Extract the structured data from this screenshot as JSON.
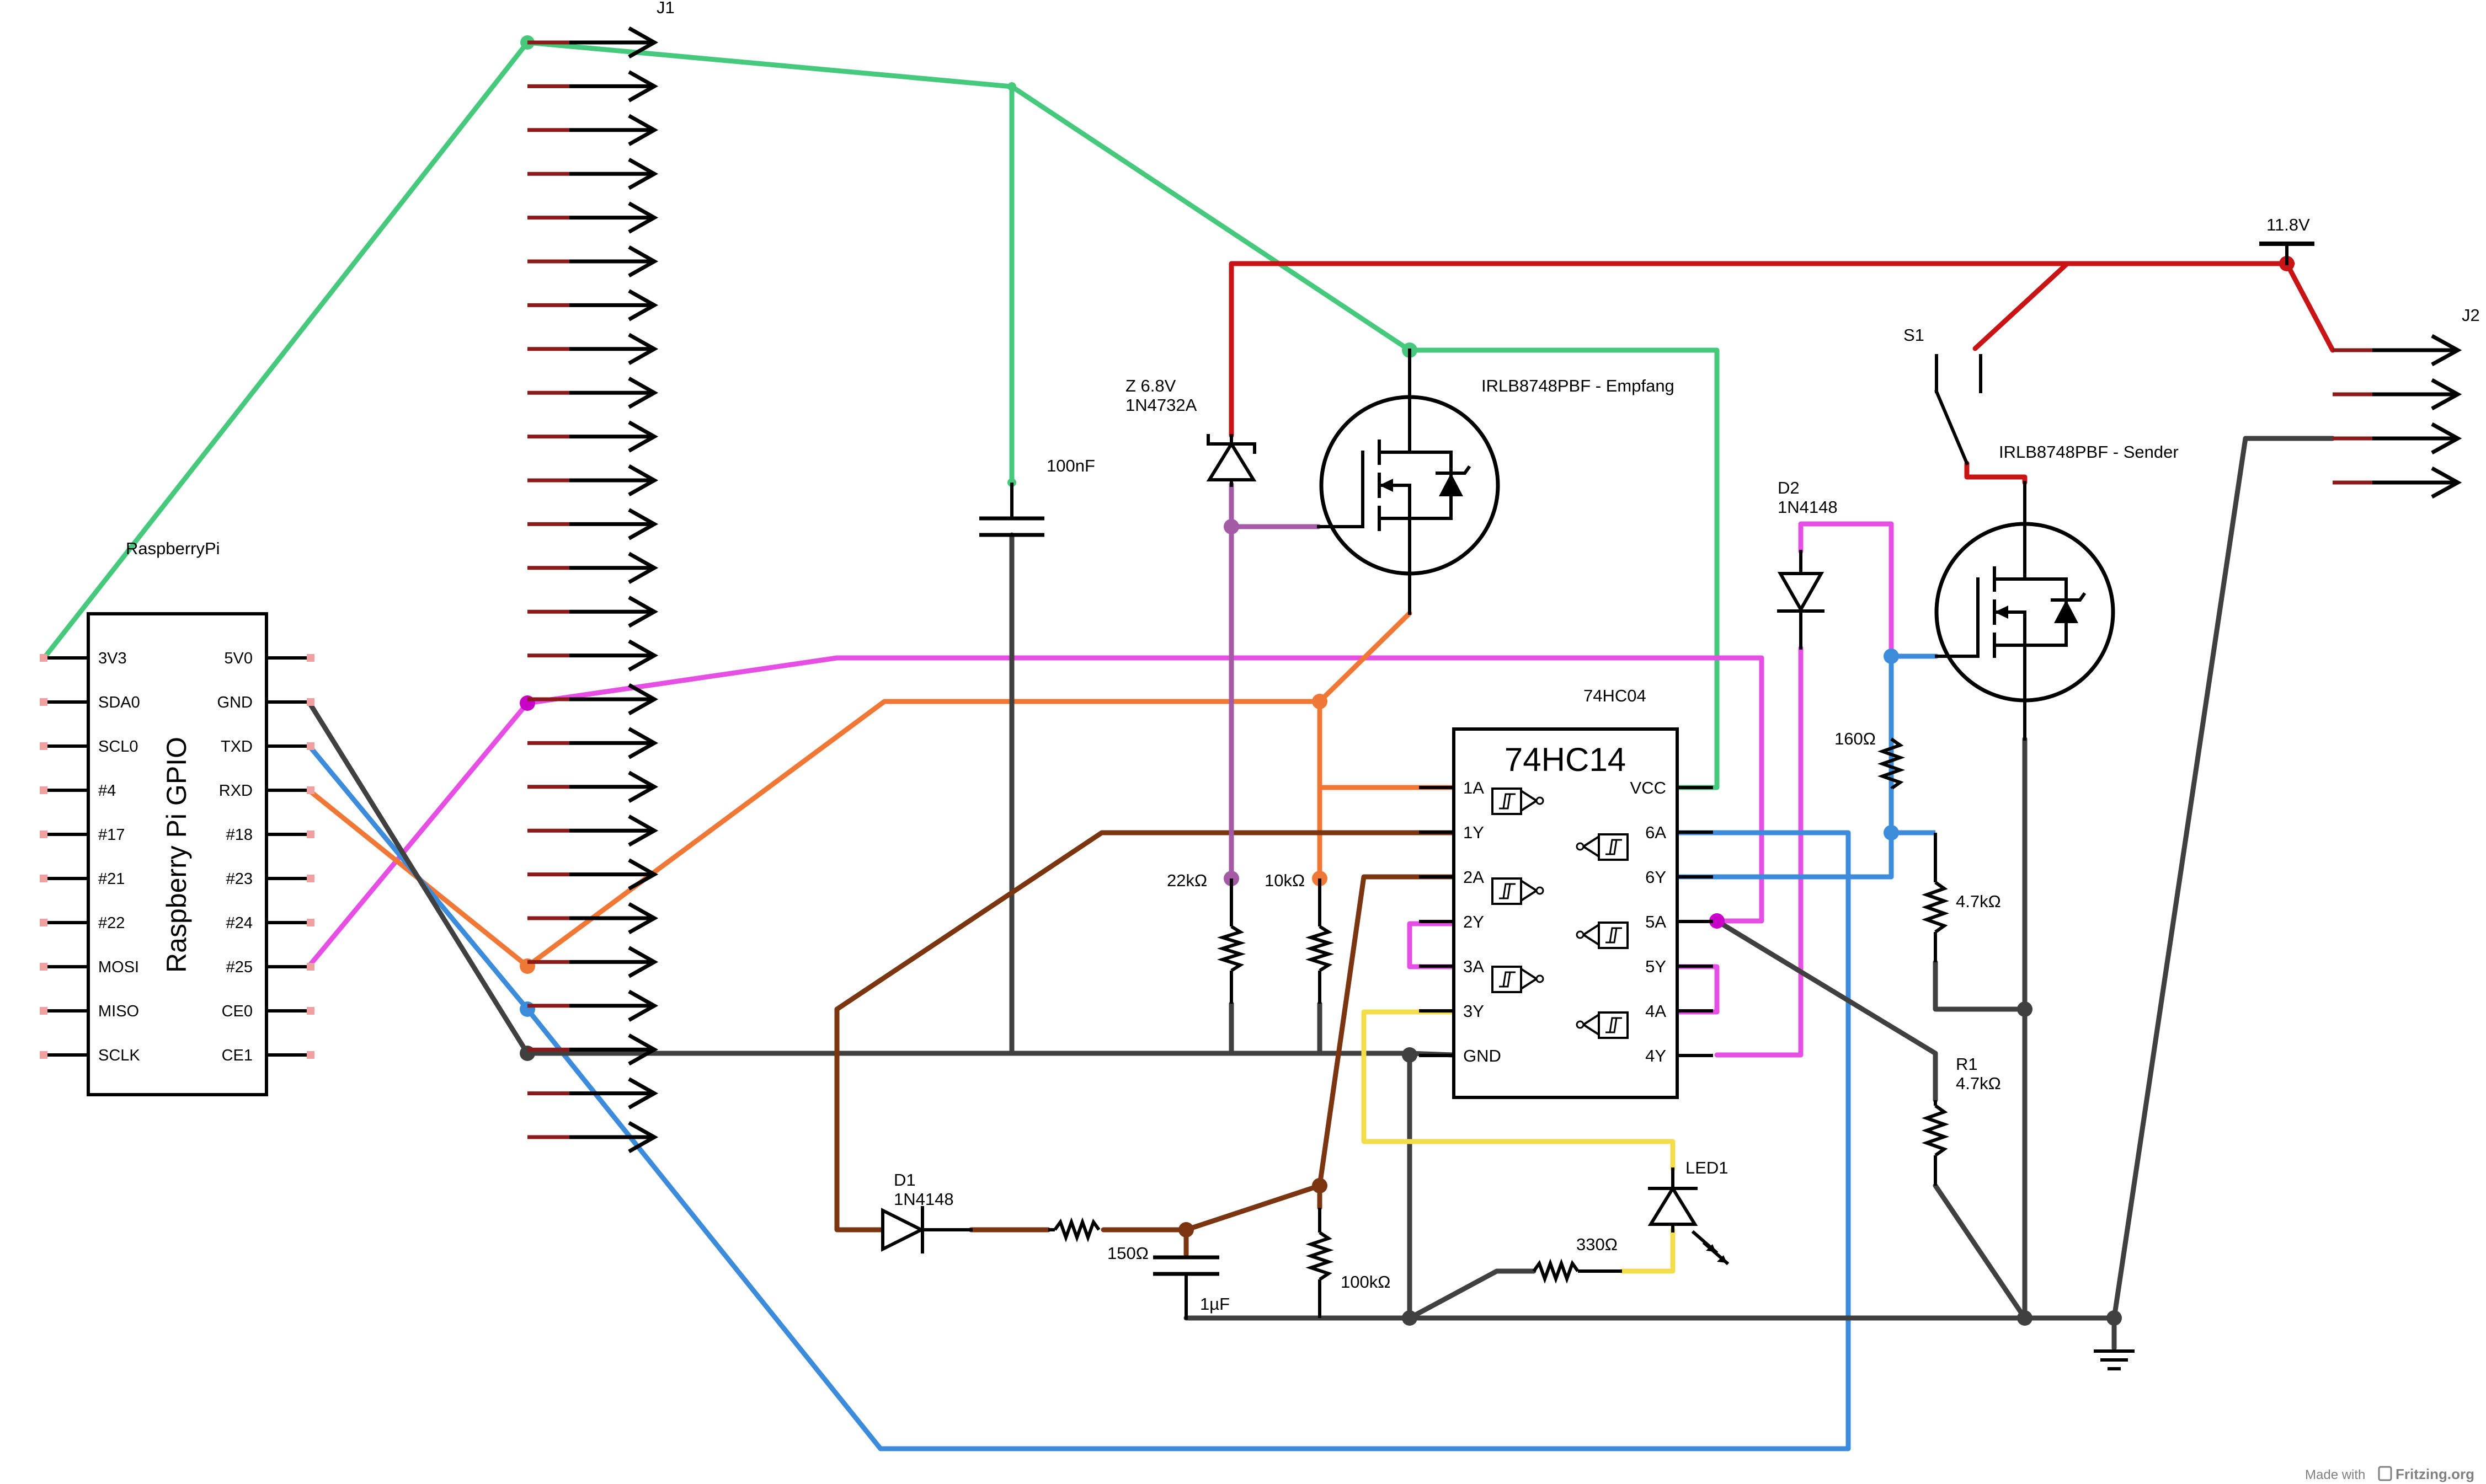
{
  "colors": {
    "green": "#46c97c",
    "red": "#c81414",
    "magenta": "#e64fe4",
    "orange": "#f07837",
    "blue": "#3d8cdb",
    "dark_gray": "#404040",
    "brown": "#7b3510",
    "yellow": "#f2de4c",
    "purple": "#a55aa6",
    "pin_stub": "#f0a0a0",
    "lead_red": "#8b1a1a",
    "lead_green": "#1f7a1f"
  },
  "raspberry_pi": {
    "label": "RaspberryPi",
    "title": "Raspberry Pi GPIO",
    "left_pins": [
      "3V3",
      "SDA0",
      "SCL0",
      "#4",
      "#17",
      "#21",
      "#22",
      "MOSI",
      "MISO",
      "SCLK"
    ],
    "right_pins": [
      "5V0",
      "GND",
      "TXD",
      "RXD",
      "#18",
      "#23",
      "#24",
      "#25",
      "CE0",
      "CE1"
    ]
  },
  "connectors": {
    "j1": "J1",
    "j2": "J2"
  },
  "ic": {
    "name": "74HC14",
    "ref": "74HC04",
    "left_pins": [
      "1A",
      "1Y",
      "2A",
      "2Y",
      "3A",
      "3Y",
      "GND"
    ],
    "right_pins": [
      "VCC",
      "6A",
      "6Y",
      "5A",
      "5Y",
      "4A",
      "4Y"
    ]
  },
  "components": {
    "mosfet_rx": "IRLB8748PBF - Empfang",
    "mosfet_tx": "IRLB8748PBF - Sender",
    "zener_ref": "Z 6.8V",
    "zener_part": "1N4732A",
    "cap_100n": "100nF",
    "res_22k": "22kΩ",
    "res_10k": "10kΩ",
    "d1_ref": "D1",
    "d1_part": "1N4148",
    "res_150": "150Ω",
    "cap_1u": "1µF",
    "res_100k": "100kΩ",
    "res_330": "330Ω",
    "led1": "LED1",
    "d2_ref": "D2",
    "d2_part": "1N4148",
    "res_160": "160Ω",
    "res_4k7": "4.7kΩ",
    "r1_ref": "R1",
    "r1_value": "4.7kΩ",
    "switch": "S1",
    "supply": "11.8V"
  },
  "footer": {
    "made_with": "Made with",
    "brand": "Fritzing.org"
  }
}
